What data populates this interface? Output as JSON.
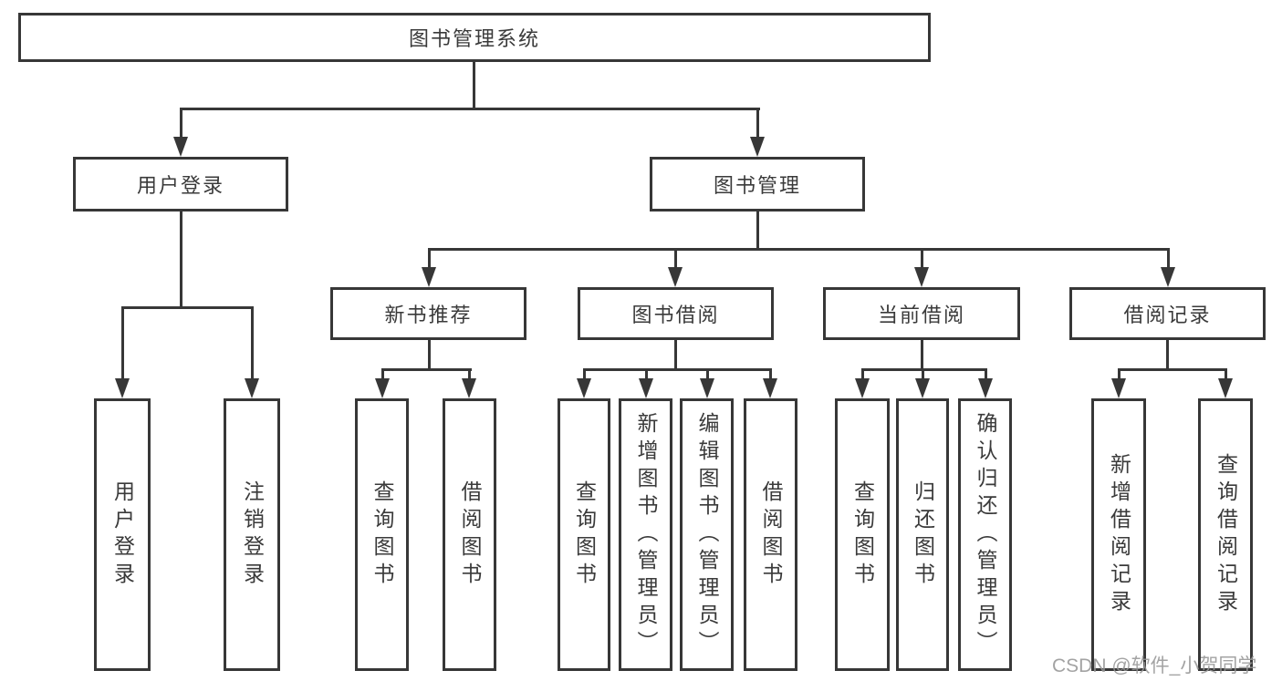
{
  "diagram": {
    "root": {
      "label": "图书管理系统"
    },
    "level2": [
      {
        "label": "用户登录"
      },
      {
        "label": "图书管理"
      }
    ],
    "level3": [
      {
        "label": "新书推荐"
      },
      {
        "label": "图书借阅"
      },
      {
        "label": "当前借阅"
      },
      {
        "label": "借阅记录"
      }
    ],
    "leaves": {
      "user_login": [
        "用户登录",
        "注销登录"
      ],
      "new_book": [
        "查询图书",
        "借阅图书"
      ],
      "book_borrow": [
        "查询图书",
        "新增图书（管理员）",
        "编辑图书（管理员）",
        "借阅图书"
      ],
      "current_borrow": [
        "查询图书",
        "归还图书",
        "确认归还（管理员）"
      ],
      "borrow_record": [
        "新增借阅记录",
        "查询借阅记录"
      ]
    }
  },
  "watermark": {
    "text": "CSDN @软件_小贺同学"
  },
  "colors": {
    "line": "#373737",
    "text": "#3a3a3a",
    "background": "#ffffff",
    "watermark": "#969696"
  }
}
